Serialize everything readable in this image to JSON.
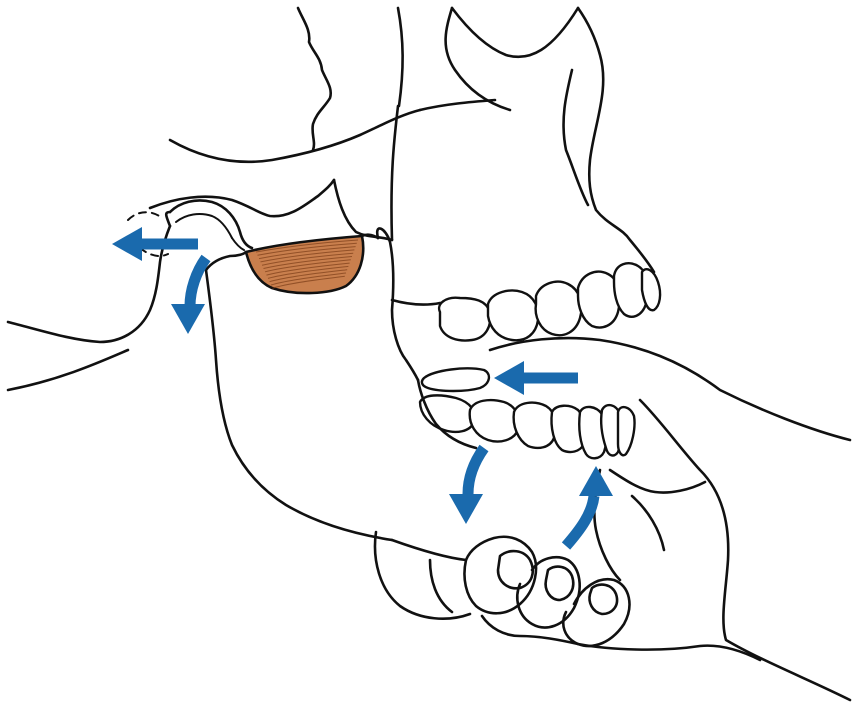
{
  "colors": {
    "arrow": "#1a6aad",
    "muscle_fill": "#c97f4d",
    "muscle_fiber": "#7a3c17",
    "line": "#111111",
    "background": "#ffffff"
  },
  "figure": {
    "arrows": [
      {
        "name": "condyle-forward-arrow-icon",
        "direction": "left"
      },
      {
        "name": "condyle-downward-arrow-icon",
        "direction": "down"
      },
      {
        "name": "teeth-forward-arrow-icon",
        "direction": "left"
      },
      {
        "name": "chin-downward-arrow-icon",
        "direction": "down"
      },
      {
        "name": "chin-upward-arrow-icon",
        "direction": "up"
      }
    ]
  }
}
